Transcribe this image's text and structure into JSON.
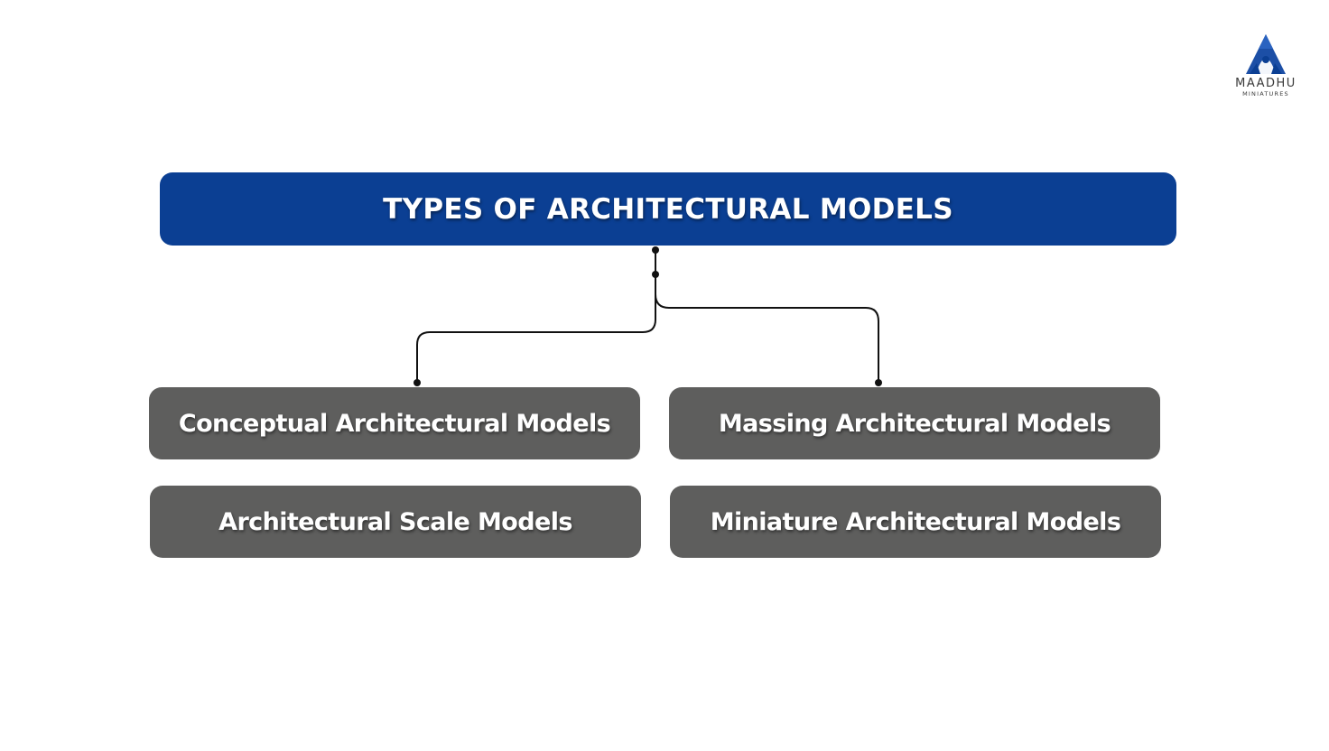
{
  "brand": {
    "name": "MAADHU",
    "subtitle": "MINIATURES",
    "primary_color": "#0b3f93",
    "node_color": "#5e5e5d"
  },
  "diagram": {
    "title": "TYPES OF ARCHITECTURAL MODELS",
    "nodes": [
      {
        "label": "Conceptual Architectural Models"
      },
      {
        "label": "Massing Architectural Models"
      },
      {
        "label": "Architectural Scale Models"
      },
      {
        "label": "Miniature Architectural Models"
      }
    ]
  }
}
